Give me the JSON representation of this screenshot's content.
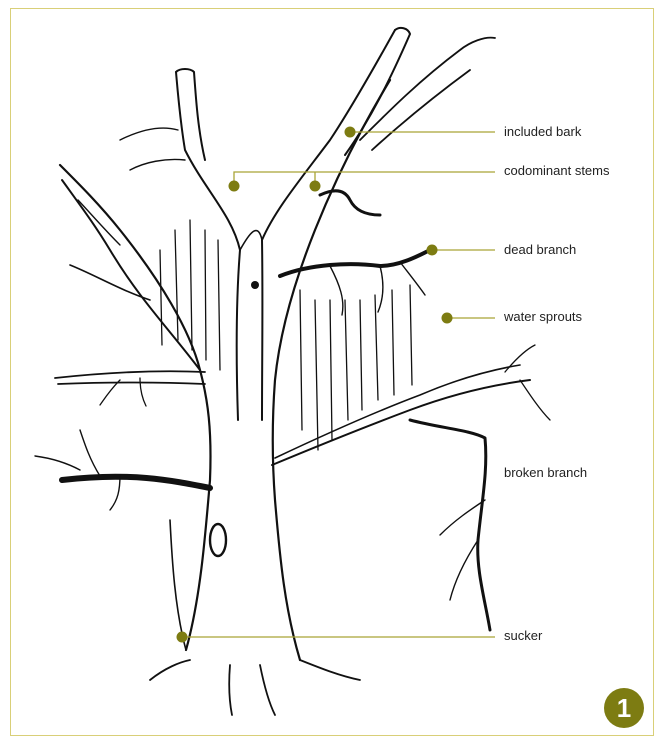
{
  "colors": {
    "frame": "#d9cf78",
    "marker": "#7d7c12",
    "leader_line": "#a9a436",
    "ink": "#111111"
  },
  "labels": {
    "included_bark": "included bark",
    "codominant_stems": "codominant stems",
    "dead_branch": "dead branch",
    "water_sprouts": "water sprouts",
    "broken_branch": "broken branch",
    "sucker": "sucker"
  },
  "badge_number": "1"
}
